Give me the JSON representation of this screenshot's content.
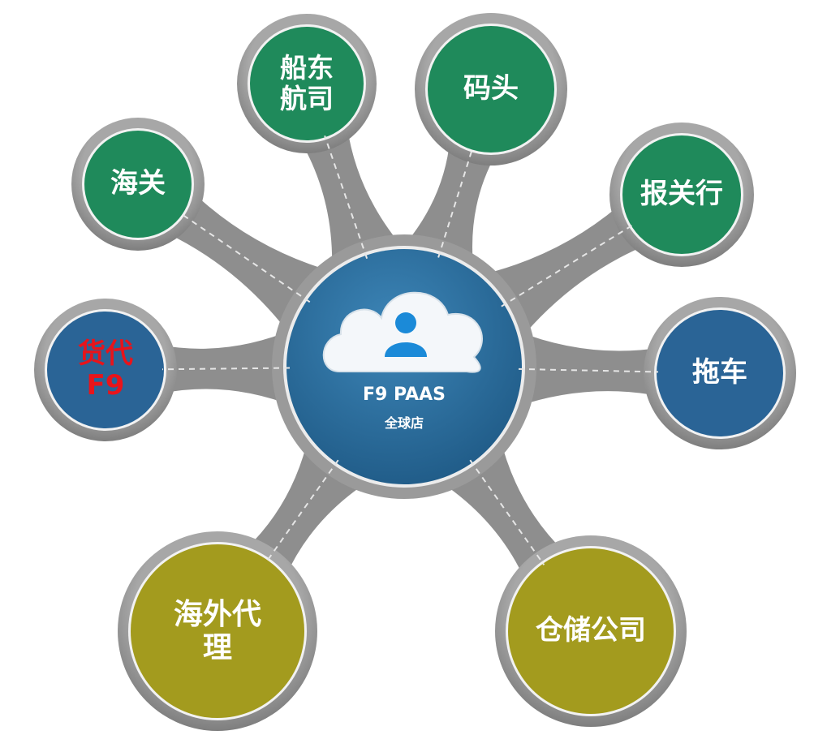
{
  "hub": {
    "title": "F9 PAAS",
    "subtitle": "全球店",
    "icon": "cloud-user-icon",
    "color": "#2a6e9c"
  },
  "nodes": [
    {
      "id": "customs",
      "lines": [
        "海关"
      ],
      "color": "#1f8a5b",
      "text_color": "#ffffff"
    },
    {
      "id": "shipping-line",
      "lines": [
        "船东",
        "航司"
      ],
      "color": "#1f8a5b",
      "text_color": "#ffffff"
    },
    {
      "id": "terminal",
      "lines": [
        "码头"
      ],
      "color": "#1f8a5b",
      "text_color": "#ffffff"
    },
    {
      "id": "customs-broker",
      "lines": [
        "报关行"
      ],
      "color": "#1f8a5b",
      "text_color": "#ffffff"
    },
    {
      "id": "trucking",
      "lines": [
        "拖车"
      ],
      "color": "#2a6496",
      "text_color": "#ffffff"
    },
    {
      "id": "warehouse",
      "lines": [
        "仓储公司"
      ],
      "color": "#a39b1e",
      "text_color": "#ffffff"
    },
    {
      "id": "overseas-agent",
      "lines": [
        "海外代",
        "理"
      ],
      "color": "#a39b1e",
      "text_color": "#ffffff"
    },
    {
      "id": "forwarder",
      "lines": [
        "货代",
        "F9"
      ],
      "color": "#2a6496",
      "text_color": "#e8141b"
    }
  ],
  "colors": {
    "road": "#8e8e8e",
    "ring": "#9a9a9a",
    "dash": "#e6e6e6"
  }
}
